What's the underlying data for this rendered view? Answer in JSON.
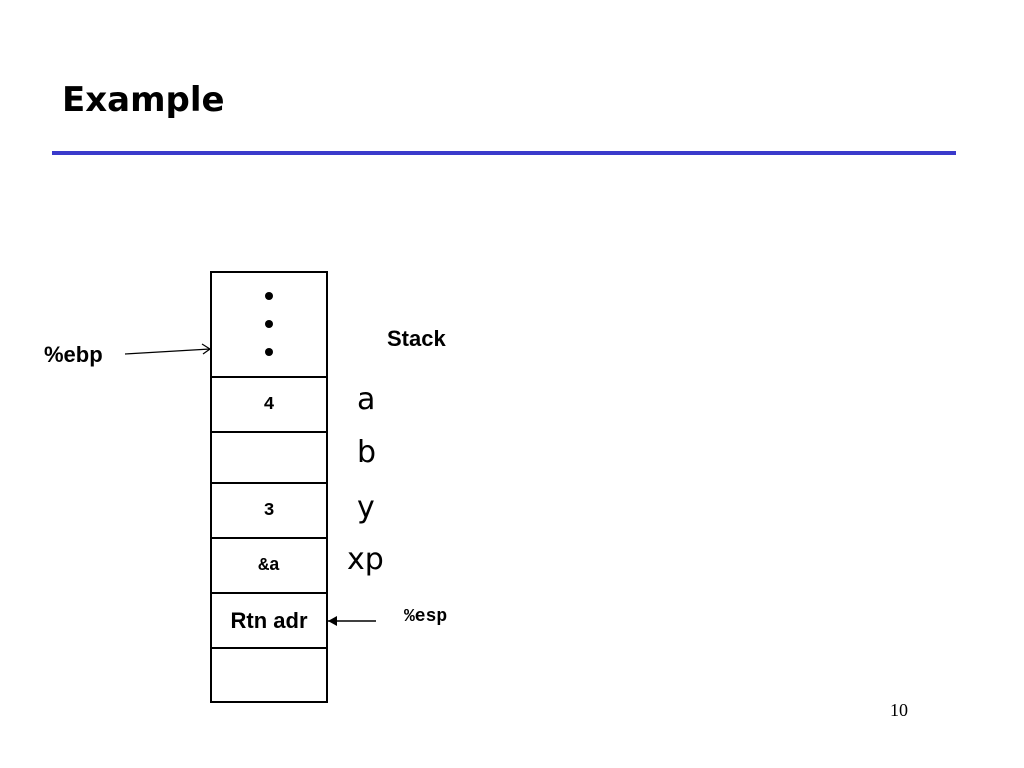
{
  "slide": {
    "title": "Example",
    "page_number": "10",
    "accent_color": "#3a3acb"
  },
  "stack": {
    "label": "Stack",
    "cells": [
      {
        "value": "",
        "variable": ""
      },
      {
        "value": "4",
        "variable": "a"
      },
      {
        "value": "",
        "variable": "b"
      },
      {
        "value": "3",
        "variable": "y"
      },
      {
        "value": "&a",
        "variable": "xp"
      },
      {
        "value": "Rtn adr",
        "variable": ""
      },
      {
        "value": "",
        "variable": ""
      }
    ]
  },
  "pointers": {
    "ebp_label": "%ebp",
    "esp_label": "%esp"
  }
}
